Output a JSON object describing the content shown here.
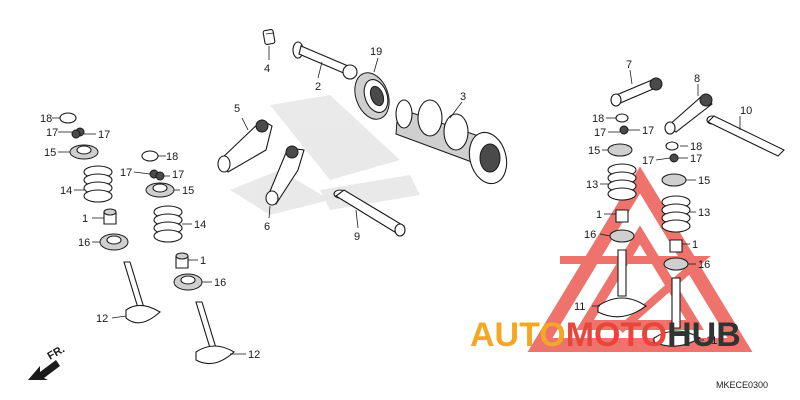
{
  "diagram": {
    "code": "MKECE0300",
    "front_marker": "FR.",
    "watermark": {
      "part1": "AUTO",
      "part2": "MOTO",
      "part3": "HUB",
      "color_orange": "#f5a623",
      "color_red": "#e8453c",
      "color_dark": "#333333"
    },
    "callouts": {
      "c1": "4",
      "c2": "2",
      "c3": "19",
      "c4": "3",
      "c5": "5",
      "c6": "6",
      "c7": "9",
      "c8": "18",
      "c9": "17",
      "c10": "17",
      "c11": "15",
      "c12": "14",
      "c13": "1",
      "c14": "16",
      "c15": "12",
      "c16": "18",
      "c17": "17",
      "c18": "17",
      "c19": "15",
      "c20": "14",
      "c21": "1",
      "c22": "16",
      "c23": "12",
      "c24": "7",
      "c25": "8",
      "c26": "10",
      "c27": "18",
      "c28": "17",
      "c29": "17",
      "c30": "15",
      "c31": "13",
      "c32": "1",
      "c33": "16",
      "c34": "11",
      "c35": "18",
      "c36": "17",
      "c37": "17",
      "c38": "15",
      "c39": "13",
      "c40": "1",
      "c41": "16",
      "c42": "11"
    }
  }
}
